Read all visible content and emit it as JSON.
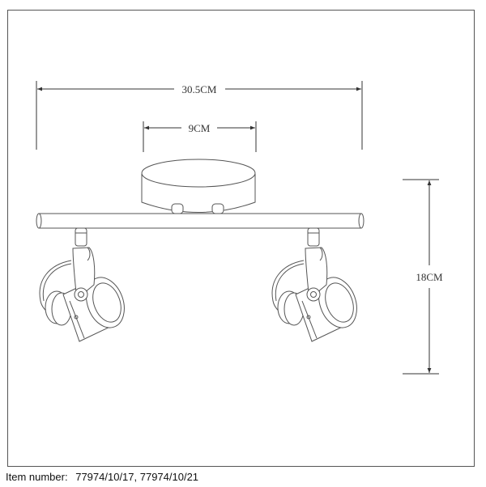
{
  "drawing": {
    "dimensions": {
      "total_width": "30.5CM",
      "canopy_width": "9CM",
      "height": "18CM"
    }
  },
  "footer": {
    "item_label": "Item number:",
    "item_numbers": "77974/10/17, 77974/10/21"
  }
}
